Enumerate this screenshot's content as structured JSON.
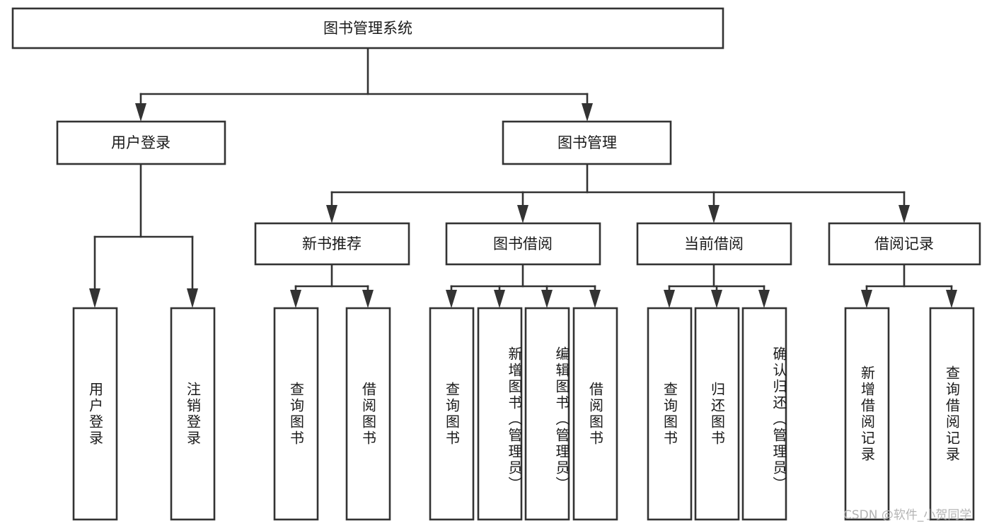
{
  "diagram": {
    "type": "tree-hierarchy",
    "root": {
      "id": "root",
      "label": "图书管理系统"
    },
    "level1": [
      {
        "id": "user-login",
        "label": "用户登录"
      },
      {
        "id": "book-management",
        "label": "图书管理"
      }
    ],
    "level2": [
      {
        "id": "new-book-recommend",
        "label": "新书推荐",
        "parent": "book-management"
      },
      {
        "id": "book-borrow",
        "label": "图书借阅",
        "parent": "book-management"
      },
      {
        "id": "current-borrow",
        "label": "当前借阅",
        "parent": "book-management"
      },
      {
        "id": "borrow-record",
        "label": "借阅记录",
        "parent": "book-management"
      }
    ],
    "leaves": [
      {
        "id": "leaf-user-login",
        "label": "用户登录",
        "parent": "user-login"
      },
      {
        "id": "leaf-logout-login",
        "label": "注销登录",
        "parent": "user-login"
      },
      {
        "id": "leaf-query-book-1",
        "label": "查询图书",
        "parent": "new-book-recommend"
      },
      {
        "id": "leaf-borrow-book-1",
        "label": "借阅图书",
        "parent": "new-book-recommend"
      },
      {
        "id": "leaf-query-book-2",
        "label": "查询图书",
        "parent": "book-borrow"
      },
      {
        "id": "leaf-add-book",
        "label": "新增图书（管理员）",
        "parent": "book-borrow"
      },
      {
        "id": "leaf-edit-book",
        "label": "编辑图书（管理员）",
        "parent": "book-borrow"
      },
      {
        "id": "leaf-borrow-book-2",
        "label": "借阅图书",
        "parent": "book-borrow"
      },
      {
        "id": "leaf-query-book-3",
        "label": "查询图书",
        "parent": "current-borrow"
      },
      {
        "id": "leaf-return-book",
        "label": "归还图书",
        "parent": "current-borrow"
      },
      {
        "id": "leaf-confirm-return",
        "label": "确认归还（管理员）",
        "parent": "current-borrow"
      },
      {
        "id": "leaf-add-record",
        "label": "新增借阅记录",
        "parent": "borrow-record"
      },
      {
        "id": "leaf-query-record",
        "label": "查询借阅记录",
        "parent": "borrow-record"
      }
    ],
    "colors": {
      "box_stroke": "#333333",
      "box_fill": "#ffffff",
      "text": "#1a1a1a",
      "background": "#ffffff",
      "watermark": "#b4b4b4"
    }
  },
  "watermark": {
    "text": "CSDN @软件_小贺同学"
  }
}
